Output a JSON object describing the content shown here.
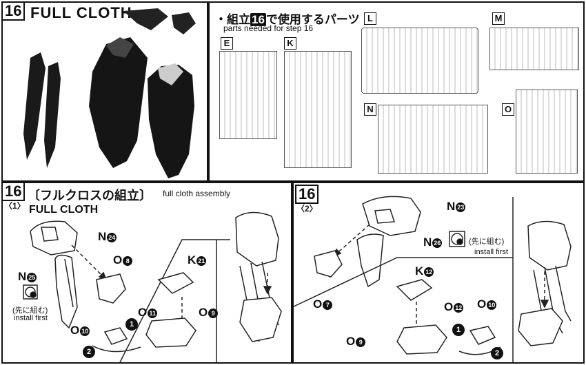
{
  "top_left": {
    "step_number": "16",
    "title": "FULL CLOTH"
  },
  "top_right": {
    "header_jp_prefix": "・組立",
    "header_step": "16",
    "header_jp_suffix": "で使用するパーツ",
    "header_en": "parts needed for step 16",
    "runners": [
      "E",
      "K",
      "L",
      "M",
      "N",
      "O"
    ]
  },
  "bottom_left": {
    "step_number": "16",
    "sub_step": "〈1〉",
    "title_jp": "〔フルクロスの組立〕",
    "title_en_small": "full cloth assembly",
    "title_en": "FULL CLOTH",
    "parts": {
      "n24": {
        "letter": "N",
        "num": "24"
      },
      "o8": {
        "letter": "O",
        "num": "8"
      },
      "n25": {
        "letter": "N",
        "num": "25"
      },
      "k21": {
        "letter": "K",
        "num": "21"
      },
      "o11": {
        "letter": "O",
        "num": "11"
      },
      "o9": {
        "letter": "O",
        "num": "9"
      },
      "o10": {
        "letter": "O",
        "num": "10"
      }
    },
    "install_first_jp": "(先に組む)",
    "install_first_en": "install first",
    "step_markers": [
      "1",
      "2"
    ]
  },
  "bottom_right": {
    "step_number": "16",
    "sub_step": "〈2〉",
    "parts": {
      "n23": {
        "letter": "N",
        "num": "23"
      },
      "n26": {
        "letter": "N",
        "num": "26"
      },
      "o7": {
        "letter": "O",
        "num": "7"
      },
      "k12": {
        "letter": "K",
        "num": "12"
      },
      "o12": {
        "letter": "O",
        "num": "12"
      },
      "o10": {
        "letter": "O",
        "num": "10"
      },
      "o9": {
        "letter": "O",
        "num": "9"
      }
    },
    "install_first_jp": "(先に組む)",
    "install_first_en": "install first",
    "step_markers": [
      "1",
      "2"
    ]
  }
}
